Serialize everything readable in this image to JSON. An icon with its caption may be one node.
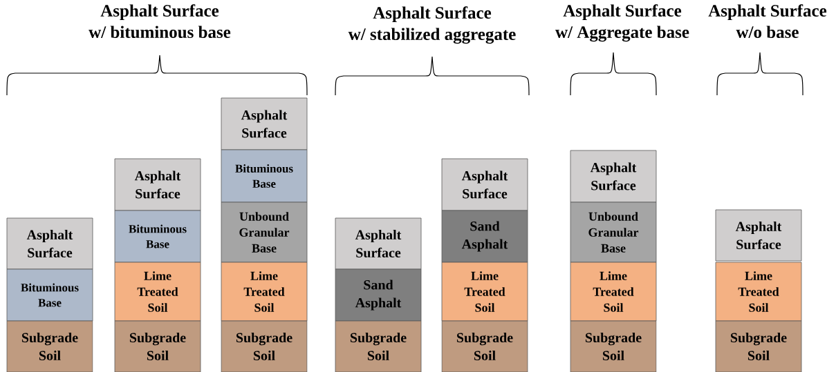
{
  "diagram": {
    "nodes": [
      {
        "text": [
          "Asphalt Surface"
        ]
      },
      {
        "text": [
          "Bituminous Base"
        ]
      },
      {
        "text": [
          "Subgrade Soil"
        ]
      },
      {
        "text": [
          "Asphalt Surface"
        ]
      },
      {
        "text": [
          "Bituminous Base"
        ]
      },
      {
        "text": [
          "Lime Treated Soil"
        ]
      },
      {
        "text": [
          "Subgrade Soil"
        ]
      },
      {
        "text": [
          "Asphalt Surface"
        ]
      },
      {
        "text": [
          "Bituminous Base"
        ]
      },
      {
        "text": [
          "Unbound Granular Base"
        ]
      },
      {
        "text": [
          "Lime Treated Soil"
        ]
      },
      {
        "text": [
          "Subgrade Soil"
        ]
      },
      {
        "text": [
          "Asphalt Surface"
        ]
      },
      {
        "text": [
          "Sand Asphalt"
        ]
      },
      {
        "text": [
          "Subgrade Soil"
        ]
      },
      {
        "text": [
          "Asphalt Surface"
        ]
      },
      {
        "text": [
          "Sand Asphalt"
        ]
      },
      {
        "text": [
          "Lime Treated Soil"
        ]
      },
      {
        "text": [
          "Subgrade Soil"
        ]
      },
      {
        "text": [
          "Asphalt Surface"
        ]
      },
      {
        "text": [
          "Unbound Granular Base"
        ]
      },
      {
        "text": [
          "Lime Treated Soil"
        ]
      },
      {
        "text": [
          "Subgrade Soil"
        ]
      },
      {
        "text": [
          "Asphalt Surface"
        ]
      },
      {
        "text": [
          "Lime Treated Soil"
        ]
      },
      {
        "text": [
          "Subgrade Soil"
        ]
      }
    ],
    "labels": [
      "Asphalt Surface w/ bituminous base",
      "Asphalt Surface w/ stabilized aggregate",
      "Asphalt Surface w/ Aggregate base",
      "Asphalt Surface w/o base"
    ]
  }
}
